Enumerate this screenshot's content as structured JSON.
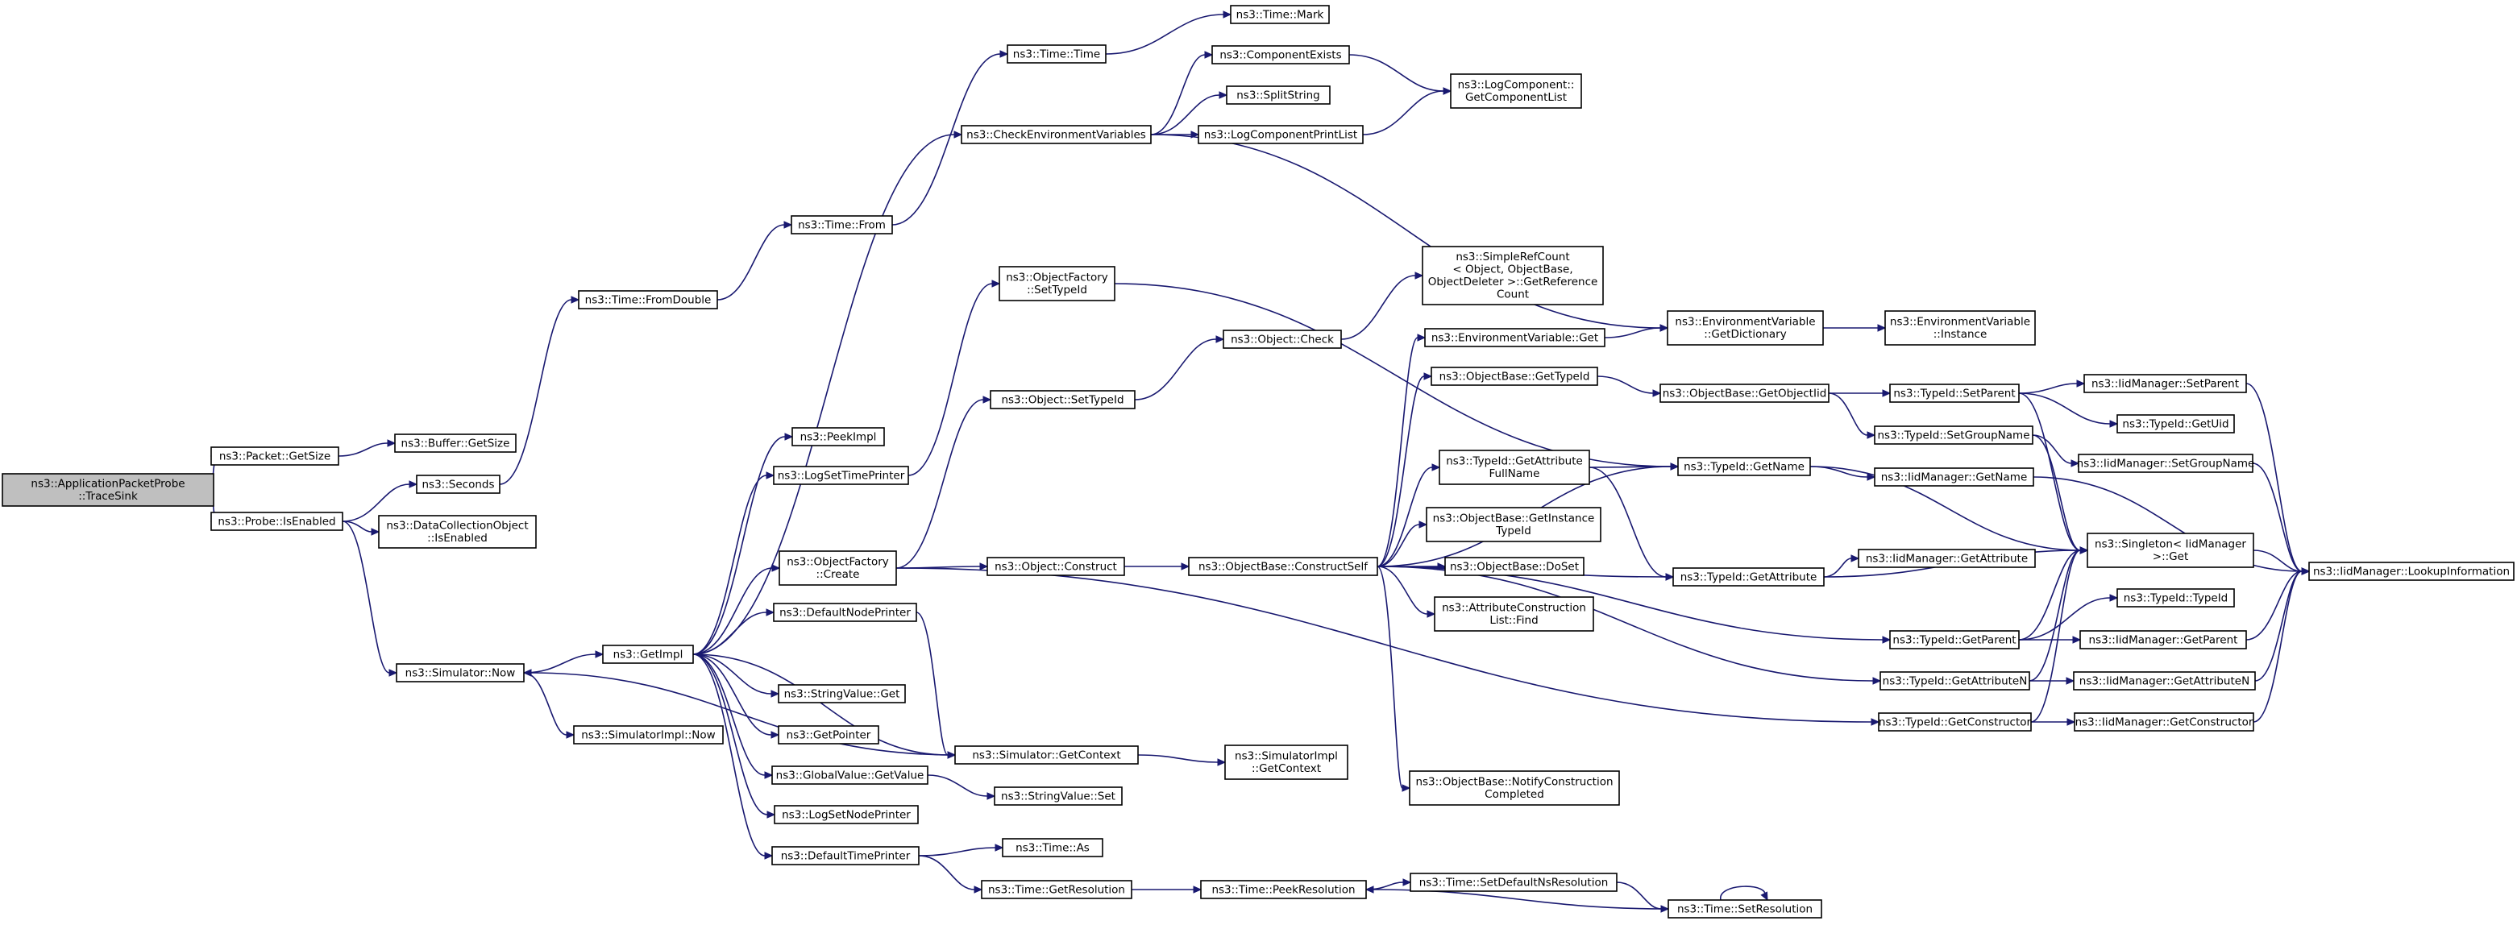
{
  "graph": {
    "edge_color": "#191970",
    "root_fill": "#bfbfbf",
    "nodes": [
      {
        "id": "n0",
        "lines": [
          "ns3::ApplicationPacketProbe",
          "::TraceSink"
        ],
        "root": true
      },
      {
        "id": "n1",
        "lines": [
          "ns3::Packet::GetSize"
        ]
      },
      {
        "id": "n2",
        "lines": [
          "ns3::Probe::IsEnabled"
        ]
      },
      {
        "id": "n3",
        "lines": [
          "ns3::Buffer::GetSize"
        ]
      },
      {
        "id": "n4",
        "lines": [
          "ns3::DataCollectionObject",
          "::IsEnabled"
        ]
      },
      {
        "id": "n5",
        "lines": [
          "ns3::Seconds"
        ]
      },
      {
        "id": "n6",
        "lines": [
          "ns3::Simulator::Now"
        ]
      },
      {
        "id": "n7",
        "lines": [
          "ns3::Time::FromDouble"
        ]
      },
      {
        "id": "n8",
        "lines": [
          "ns3::Time::From"
        ]
      },
      {
        "id": "n9",
        "lines": [
          "ns3::Time::Time"
        ]
      },
      {
        "id": "n10",
        "lines": [
          "ns3::Time::Mark"
        ]
      },
      {
        "id": "n11",
        "lines": [
          "ns3::GetImpl"
        ]
      },
      {
        "id": "n12",
        "lines": [
          "ns3::SimulatorImpl::Now"
        ]
      },
      {
        "id": "n13",
        "lines": [
          "ns3::CheckEnvironmentVariables"
        ]
      },
      {
        "id": "n14",
        "lines": [
          "ns3::ComponentExists"
        ]
      },
      {
        "id": "n15",
        "lines": [
          "ns3::SplitString"
        ]
      },
      {
        "id": "n16",
        "lines": [
          "ns3::LogComponentPrintList"
        ]
      },
      {
        "id": "n17",
        "lines": [
          "ns3::LogComponent::",
          "GetComponentList"
        ]
      },
      {
        "id": "n18",
        "lines": [
          "ns3::ObjectFactory",
          "::SetTypeId"
        ]
      },
      {
        "id": "n19",
        "lines": [
          "ns3::PeekImpl"
        ]
      },
      {
        "id": "n20",
        "lines": [
          "ns3::LogSetTimePrinter"
        ]
      },
      {
        "id": "n21",
        "lines": [
          "ns3::ObjectFactory",
          "::Create"
        ]
      },
      {
        "id": "n22",
        "lines": [
          "ns3::DefaultNodePrinter"
        ]
      },
      {
        "id": "n23",
        "lines": [
          "ns3::StringValue::Get"
        ]
      },
      {
        "id": "n24",
        "lines": [
          "ns3::GetPointer"
        ]
      },
      {
        "id": "n25",
        "lines": [
          "ns3::Simulator::GetContext"
        ]
      },
      {
        "id": "n26",
        "lines": [
          "ns3::GlobalValue::GetValue"
        ]
      },
      {
        "id": "n27",
        "lines": [
          "ns3::LogSetNodePrinter"
        ]
      },
      {
        "id": "n28",
        "lines": [
          "ns3::DefaultTimePrinter"
        ]
      },
      {
        "id": "n29",
        "lines": [
          "ns3::Object::SetTypeId"
        ]
      },
      {
        "id": "n30",
        "lines": [
          "ns3::Object::Construct"
        ]
      },
      {
        "id": "n31",
        "lines": [
          "ns3::StringValue::Set"
        ]
      },
      {
        "id": "n32",
        "lines": [
          "ns3::Time::As"
        ]
      },
      {
        "id": "n33",
        "lines": [
          "ns3::Time::GetResolution"
        ]
      },
      {
        "id": "n34",
        "lines": [
          "ns3::SimulatorImpl",
          "::GetContext"
        ]
      },
      {
        "id": "n35",
        "lines": [
          "ns3::Object::Check"
        ]
      },
      {
        "id": "n36",
        "lines": [
          "ns3::ObjectBase::ConstructSelf"
        ]
      },
      {
        "id": "n37",
        "lines": [
          "ns3::Time::PeekResolution"
        ]
      },
      {
        "id": "n38",
        "lines": [
          "ns3::SimpleRefCount",
          "< Object, ObjectBase,",
          "ObjectDeleter >::GetReference",
          "Count"
        ]
      },
      {
        "id": "n39",
        "lines": [
          "ns3::EnvironmentVariable::Get"
        ]
      },
      {
        "id": "n40",
        "lines": [
          "ns3::ObjectBase::GetTypeId"
        ]
      },
      {
        "id": "n41",
        "lines": [
          "ns3::TypeId::GetAttribute",
          "FullName"
        ]
      },
      {
        "id": "n42",
        "lines": [
          "ns3::ObjectBase::GetInstance",
          "TypeId"
        ]
      },
      {
        "id": "n43",
        "lines": [
          "ns3::ObjectBase::DoSet"
        ]
      },
      {
        "id": "n44",
        "lines": [
          "ns3::AttributeConstruction",
          "List::Find"
        ]
      },
      {
        "id": "n45",
        "lines": [
          "ns3::ObjectBase::NotifyConstruction",
          "Completed"
        ]
      },
      {
        "id": "n46",
        "lines": [
          "ns3::Time::SetDefaultNsResolution"
        ]
      },
      {
        "id": "n47",
        "lines": [
          "ns3::EnvironmentVariable",
          "::GetDictionary"
        ]
      },
      {
        "id": "n48",
        "lines": [
          "ns3::ObjectBase::GetObjectIid"
        ]
      },
      {
        "id": "n49",
        "lines": [
          "ns3::TypeId::GetName"
        ]
      },
      {
        "id": "n50",
        "lines": [
          "ns3::TypeId::GetAttribute"
        ]
      },
      {
        "id": "n51",
        "lines": [
          "ns3::Time::SetResolution"
        ]
      },
      {
        "id": "n52",
        "lines": [
          "ns3::EnvironmentVariable",
          "::Instance"
        ]
      },
      {
        "id": "n53",
        "lines": [
          "ns3::TypeId::SetParent"
        ]
      },
      {
        "id": "n54",
        "lines": [
          "ns3::TypeId::SetGroupName"
        ]
      },
      {
        "id": "n55",
        "lines": [
          "ns3::IidManager::GetName"
        ]
      },
      {
        "id": "n56",
        "lines": [
          "ns3::IidManager::GetAttribute"
        ]
      },
      {
        "id": "n57",
        "lines": [
          "ns3::TypeId::GetParent"
        ]
      },
      {
        "id": "n58",
        "lines": [
          "ns3::TypeId::GetAttributeN"
        ]
      },
      {
        "id": "n59",
        "lines": [
          "ns3::TypeId::GetConstructor"
        ]
      },
      {
        "id": "n60",
        "lines": [
          "ns3::IidManager::SetParent"
        ]
      },
      {
        "id": "n61",
        "lines": [
          "ns3::TypeId::GetUid"
        ]
      },
      {
        "id": "n62",
        "lines": [
          "ns3::IidManager::SetGroupName"
        ]
      },
      {
        "id": "n63",
        "lines": [
          "ns3::Singleton< IidManager",
          ">::Get"
        ]
      },
      {
        "id": "n64",
        "lines": [
          "ns3::TypeId::TypeId"
        ]
      },
      {
        "id": "n65",
        "lines": [
          "ns3::IidManager::GetParent"
        ]
      },
      {
        "id": "n66",
        "lines": [
          "ns3::IidManager::GetAttributeN"
        ]
      },
      {
        "id": "n67",
        "lines": [
          "ns3::IidManager::GetConstructor"
        ]
      },
      {
        "id": "n68",
        "lines": [
          "ns3::IidManager::LookupInformation"
        ]
      }
    ],
    "edges": [
      [
        "n0",
        "n1"
      ],
      [
        "n0",
        "n2"
      ],
      [
        "n1",
        "n3"
      ],
      [
        "n2",
        "n4"
      ],
      [
        "n2",
        "n5"
      ],
      [
        "n2",
        "n6"
      ],
      [
        "n5",
        "n7"
      ],
      [
        "n7",
        "n8"
      ],
      [
        "n8",
        "n9"
      ],
      [
        "n9",
        "n10"
      ],
      [
        "n6",
        "n11"
      ],
      [
        "n6",
        "n12"
      ],
      [
        "n11",
        "n13"
      ],
      [
        "n11",
        "n19"
      ],
      [
        "n11",
        "n20"
      ],
      [
        "n11",
        "n21"
      ],
      [
        "n11",
        "n22"
      ],
      [
        "n11",
        "n23"
      ],
      [
        "n11",
        "n24"
      ],
      [
        "n11",
        "n25"
      ],
      [
        "n11",
        "n26"
      ],
      [
        "n11",
        "n27"
      ],
      [
        "n11",
        "n28"
      ],
      [
        "n13",
        "n14"
      ],
      [
        "n13",
        "n15"
      ],
      [
        "n13",
        "n16"
      ],
      [
        "n13",
        "n47"
      ],
      [
        "n14",
        "n17"
      ],
      [
        "n16",
        "n17"
      ],
      [
        "n18",
        "n49"
      ],
      [
        "n20",
        "n18"
      ],
      [
        "n21",
        "n29"
      ],
      [
        "n21",
        "n30"
      ],
      [
        "n21",
        "n59"
      ],
      [
        "n22",
        "n25"
      ],
      [
        "n25",
        "n6"
      ],
      [
        "n25",
        "n34"
      ],
      [
        "n26",
        "n31"
      ],
      [
        "n28",
        "n32"
      ],
      [
        "n28",
        "n33"
      ],
      [
        "n29",
        "n35"
      ],
      [
        "n35",
        "n38"
      ],
      [
        "n30",
        "n36"
      ],
      [
        "n33",
        "n37"
      ],
      [
        "n37",
        "n46"
      ],
      [
        "n46",
        "n51"
      ],
      [
        "n51",
        "n37"
      ],
      [
        "n51",
        "n51"
      ],
      [
        "n36",
        "n39"
      ],
      [
        "n36",
        "n40"
      ],
      [
        "n36",
        "n41"
      ],
      [
        "n36",
        "n42"
      ],
      [
        "n36",
        "n43"
      ],
      [
        "n36",
        "n44"
      ],
      [
        "n36",
        "n45"
      ],
      [
        "n36",
        "n49"
      ],
      [
        "n36",
        "n50"
      ],
      [
        "n36",
        "n57"
      ],
      [
        "n36",
        "n58"
      ],
      [
        "n39",
        "n47"
      ],
      [
        "n47",
        "n52"
      ],
      [
        "n40",
        "n48"
      ],
      [
        "n48",
        "n53"
      ],
      [
        "n48",
        "n54"
      ],
      [
        "n41",
        "n49"
      ],
      [
        "n41",
        "n50"
      ],
      [
        "n49",
        "n55"
      ],
      [
        "n49",
        "n63"
      ],
      [
        "n50",
        "n56"
      ],
      [
        "n50",
        "n63"
      ],
      [
        "n53",
        "n60"
      ],
      [
        "n53",
        "n61"
      ],
      [
        "n53",
        "n63"
      ],
      [
        "n54",
        "n62"
      ],
      [
        "n54",
        "n63"
      ],
      [
        "n55",
        "n68"
      ],
      [
        "n60",
        "n68"
      ],
      [
        "n62",
        "n68"
      ],
      [
        "n57",
        "n64"
      ],
      [
        "n57",
        "n65"
      ],
      [
        "n57",
        "n63"
      ],
      [
        "n58",
        "n66"
      ],
      [
        "n58",
        "n63"
      ],
      [
        "n59",
        "n67"
      ],
      [
        "n59",
        "n63"
      ],
      [
        "n63",
        "n68"
      ],
      [
        "n65",
        "n68"
      ],
      [
        "n66",
        "n68"
      ],
      [
        "n67",
        "n68"
      ]
    ]
  }
}
